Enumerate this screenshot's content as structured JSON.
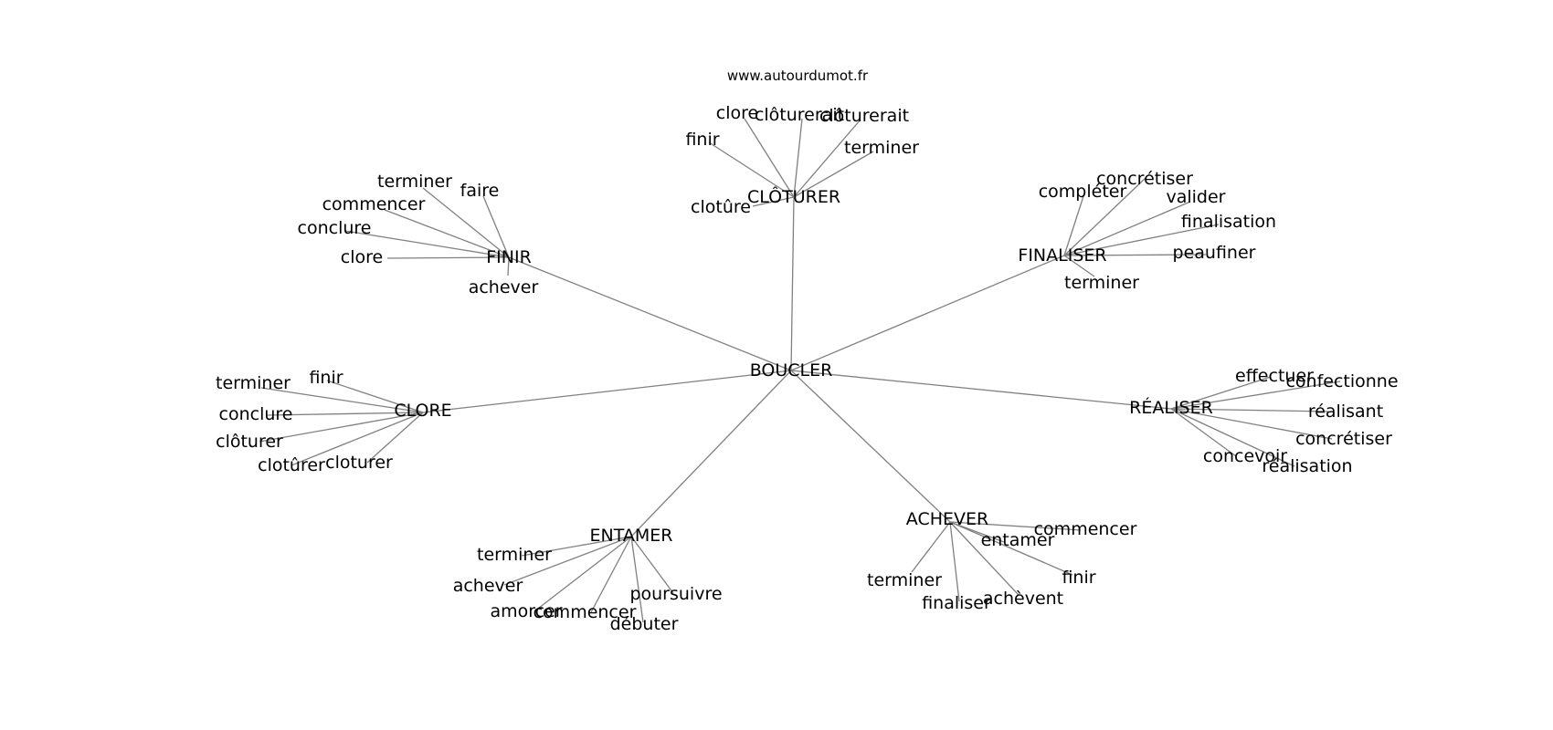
{
  "site_label": "www.autourdumot.fr",
  "colors": {
    "edge": "#808080",
    "text": "#000000",
    "background": "#ffffff"
  },
  "center": {
    "label": "BOUCLER"
  },
  "clusters": [
    {
      "hub": "CLÔTURER",
      "leaves": [
        "clore",
        "clôturerait",
        "clôturerait",
        "finir",
        "terminer",
        "clotûre"
      ]
    },
    {
      "hub": "FINIR",
      "leaves": [
        "terminer",
        "faire",
        "commencer",
        "conclure",
        "clore",
        "achever"
      ]
    },
    {
      "hub": "FINALISER",
      "leaves": [
        "concrétiser",
        "compléter",
        "valider",
        "finalisation",
        "peaufiner",
        "terminer"
      ]
    },
    {
      "hub": "CLORE",
      "leaves": [
        "finir",
        "terminer",
        "conclure",
        "clôturer",
        "clotûrer",
        "cloturer"
      ]
    },
    {
      "hub": "RÉALISER",
      "leaves": [
        "effectuer",
        "confectionne",
        "réalisant",
        "concrétiser",
        "concevoir",
        "réalisation"
      ]
    },
    {
      "hub": "ENTAMER",
      "leaves": [
        "terminer",
        "achever",
        "amorcer",
        "commencer",
        "poursuivre",
        "débuter"
      ]
    },
    {
      "hub": "ACHEVER",
      "leaves": [
        "commencer",
        "entamer",
        "finir",
        "terminer",
        "finaliser",
        "achèvent"
      ]
    }
  ]
}
